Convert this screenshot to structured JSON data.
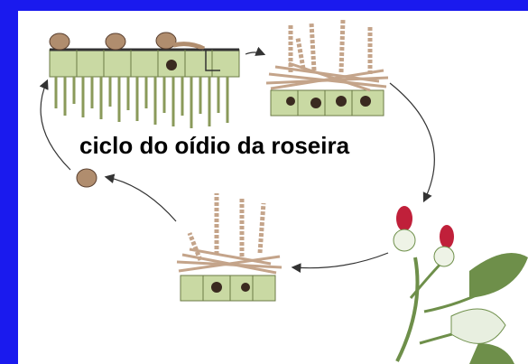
{
  "diagram": {
    "title": "ciclo do oídio da roseira",
    "colors": {
      "background": "#1a1aee",
      "panel": "#ffffff",
      "plant_cells": "#c9d9a3",
      "hyphae": "#c4a48a",
      "spores": "#b08d6e",
      "petals": "#c0203a",
      "leaves": "#6e8f4a",
      "arrows": "#333333"
    },
    "stages": [
      "spore-germination-on-leaf",
      "mycelium-with-conidiophores",
      "infected-rose-shoot",
      "conidiophores-on-tissue",
      "airborne-spore"
    ]
  }
}
